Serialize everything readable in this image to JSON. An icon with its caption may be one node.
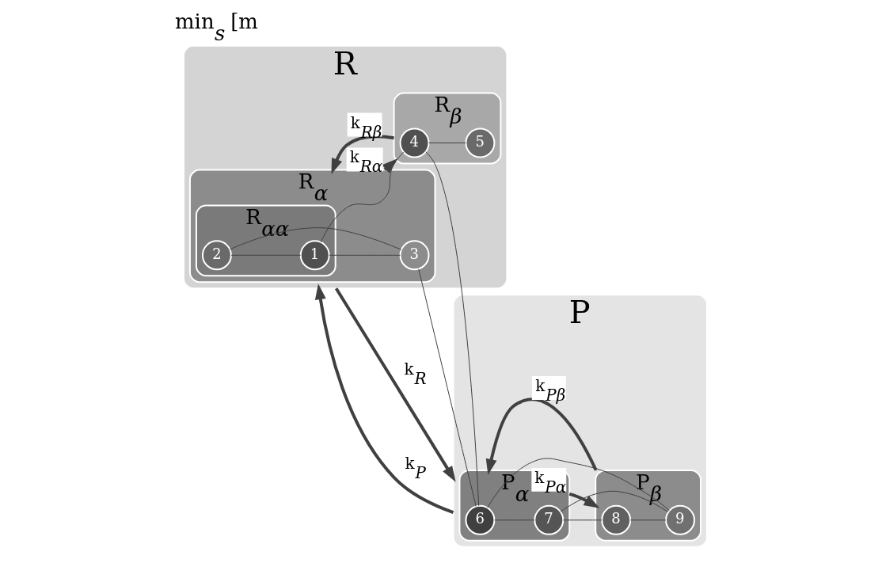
{
  "diagram": {
    "nodes": [
      {
        "text": [
          "R"
        ]
      },
      {
        "text": [
          "R$_{α}$"
        ],
        "in": 0
      },
      {
        "text": [
          "R$_{αα}$"
        ],
        "in": 1
      },
      {
        "text": [
          "R$_{β}$"
        ],
        "in": 0
      },
      {
        "text": [
          "P"
        ]
      },
      {
        "text": [
          "P$_{α}$"
        ],
        "in": 4
      },
      {
        "text": [
          "P$_{β}$"
        ],
        "in": 4
      },
      {
        "text": [
          "1"
        ],
        "in": 2
      },
      {
        "text": [
          "2"
        ],
        "in": 2
      },
      {
        "text": [
          "3"
        ],
        "in": 1
      },
      {
        "text": [
          "4"
        ],
        "in": 3
      },
      {
        "text": [
          "5"
        ],
        "in": 3
      },
      {
        "text": [
          "6"
        ],
        "in": 5
      },
      {
        "text": [
          "7"
        ],
        "in": 5
      },
      {
        "text": [
          "8"
        ],
        "in": 6
      },
      {
        "text": [
          "9"
        ],
        "in": 6
      }
    ],
    "edges": [
      {
        "from": 8,
        "to": 9,
        "arrow": "none"
      },
      {
        "from": 8,
        "to": 7,
        "arrow": "none"
      },
      {
        "from": 7,
        "to": 9,
        "arrow": "none"
      },
      {
        "from": 7,
        "to": 10,
        "arrow": "none"
      },
      {
        "from": 10,
        "to": 11,
        "arrow": "none"
      },
      {
        "from": 9,
        "to": 12,
        "arrow": "none"
      },
      {
        "from": 10,
        "to": 12,
        "arrow": "none"
      },
      {
        "from": 12,
        "to": 13,
        "arrow": "none"
      },
      {
        "from": 12,
        "to": 15,
        "arrow": "none"
      },
      {
        "from": 13,
        "to": 15,
        "arrow": "none"
      },
      {
        "from": 13,
        "to": 14,
        "arrow": "none"
      },
      {
        "from": 14,
        "to": 15,
        "arrow": "none"
      },
      {
        "from": 1,
        "to": 3,
        "arrow": "to",
        "label": "k$_{Rα}$",
        "style": "thick"
      },
      {
        "from": 3,
        "to": 1,
        "arrow": "to",
        "label": "k$_{Rβ}$",
        "style": "thick"
      },
      {
        "from": 0,
        "to": 4,
        "arrow": "to",
        "label": "k$_{R}$",
        "style": "thick"
      },
      {
        "from": 4,
        "to": 0,
        "arrow": "to",
        "label": "k$_{P}$",
        "style": "thick"
      },
      {
        "from": 5,
        "to": 6,
        "arrow": "to",
        "label": "k$_{Pα}$",
        "style": "thick"
      },
      {
        "from": 6,
        "to": 5,
        "arrow": "to",
        "label": "k$_{Pβ}$",
        "style": "thick"
      }
    ],
    "labels": [
      "min$_{s}$ [m"
    ]
  }
}
